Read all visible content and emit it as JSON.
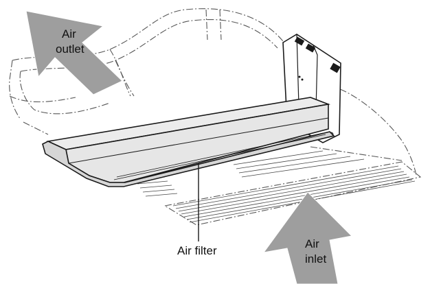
{
  "labels": {
    "air_outlet_line1": "Air",
    "air_outlet_line2": "outlet",
    "air_inlet_line1": "Air",
    "air_inlet_line2": "inlet",
    "air_filter": "Air filter"
  },
  "colors": {
    "arrow_fill": "#9e9e9e",
    "line": "#1a1a1a",
    "unit_face": "#e6e6e6",
    "unit_shadow": "#cfcfcf"
  }
}
